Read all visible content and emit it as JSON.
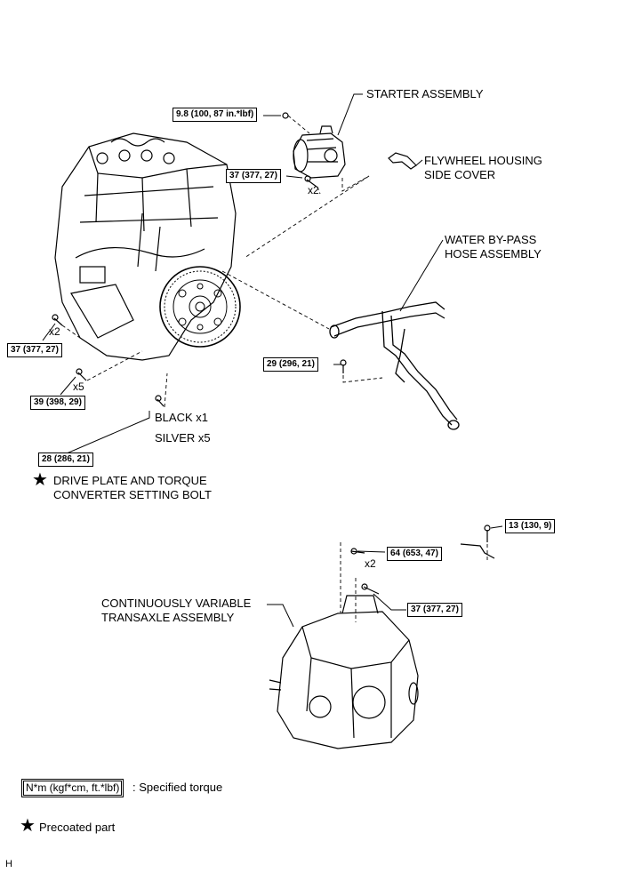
{
  "labels": {
    "starter": "STARTER ASSEMBLY",
    "flywheel_1": "FLYWHEEL HOUSING",
    "flywheel_2": "SIDE COVER",
    "bypass_1": "WATER BY-PASS",
    "bypass_2": "HOSE ASSEMBLY",
    "black": "BLACK x1",
    "silver": "SILVER x5",
    "drive_1": "DRIVE PLATE AND TORQUE",
    "drive_2": "CONVERTER SETTING BOLT",
    "cvt_1": "CONTINUOUSLY VARIABLE",
    "cvt_2": "TRANSAXLE ASSEMBLY"
  },
  "torques": {
    "starter_top": "9.8 (100, 87 in.*lbf)",
    "starter_bolt": "37 (377, 27)",
    "engine_left": "37 (377, 27)",
    "engine_lower": "39 (398, 29)",
    "bypass": "29 (296, 21)",
    "drive_plate": "28 (286, 21)",
    "cvt_small": "13 (130,  9)",
    "cvt_x2": "64 (653, 47)",
    "cvt_mid": "37 (377, 27)"
  },
  "quantities": {
    "starter_x2": "x2",
    "left_x2": "x2",
    "lower_x5": "x5",
    "cvt_x2": "x2"
  },
  "legend": {
    "torque_box": "N*m (kgf*cm, ft.*lbf)",
    "torque_text": ": Specified torque",
    "precoat_text": "Precoated part"
  },
  "icons": {
    "star": "★"
  },
  "corner": "H"
}
